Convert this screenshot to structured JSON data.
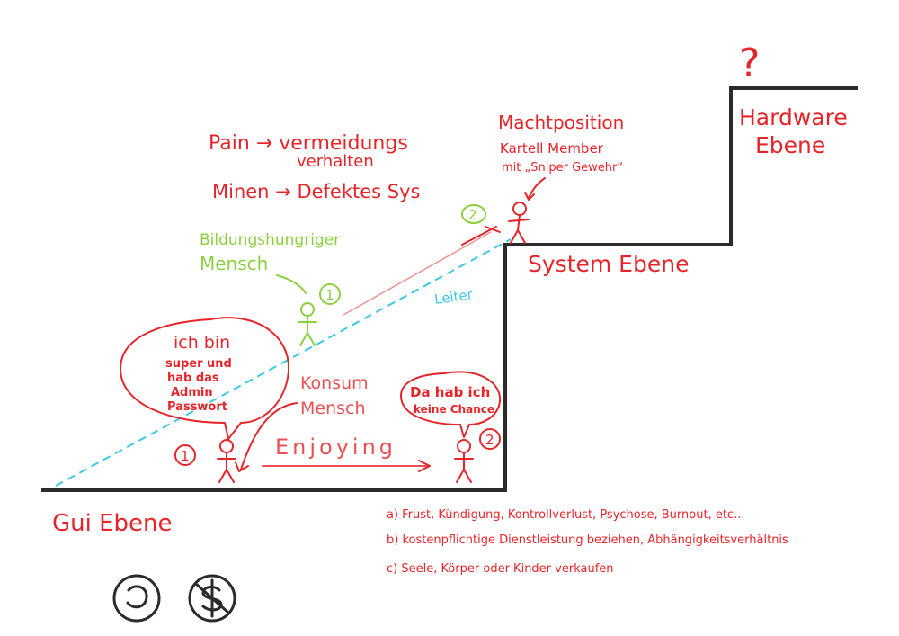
{
  "levels": {
    "gui": "Gui Ebene",
    "system": "System Ebene",
    "hardware_line1": "Hardware",
    "hardware_line2": "Ebene",
    "hardware_mark": "?"
  },
  "notes": {
    "pain_line1": "Pain → vermeidungs",
    "pain_line2": "verhalten",
    "minen": "Minen → Defektes Sys"
  },
  "characters": {
    "macht_line1": "Machtposition",
    "macht_line2": "Kartell Member",
    "macht_line3": "mit „Sniper Gewehr“",
    "macht_number": "2",
    "bildung_line1": "Bildungshungriger",
    "bildung_line2": "Mensch",
    "bildung_number": "1",
    "leiter": "Leiter",
    "konsum_line1": "Konsum",
    "konsum_line2": "Mensch",
    "left_number": "1",
    "right_number": "2",
    "enjoying": "Enjoying"
  },
  "bubbles": {
    "left_line1": "ich bin",
    "left_line2": "super und",
    "left_line3": "hab das",
    "left_line4": "Admin",
    "left_line5": "Passwort",
    "right_line1": "Da hab ich",
    "right_line2": "keine Chance"
  },
  "list": {
    "a": "a) Frust, Kündigung, Kontrollverlust, Psychose, Burnout, etc...",
    "b": "b) kostenpflichtige Dienstleistung beziehen, Abhängigkeitsverhältnis",
    "c": "c) Seele, Körper oder Kinder verkaufen"
  },
  "colors": {
    "red": "#e5252a",
    "green": "#8ccf3f",
    "cyan": "#3cc9e6",
    "black": "#2b2b2b"
  }
}
